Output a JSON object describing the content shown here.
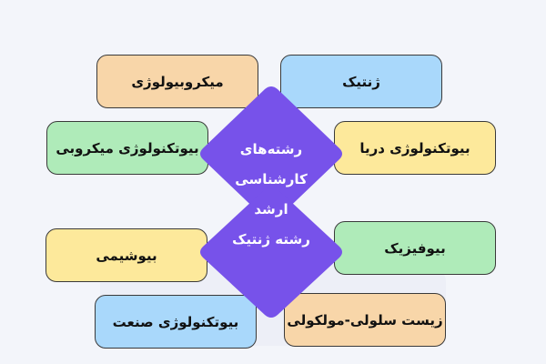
{
  "center": {
    "lines": [
      "رشته‌های",
      "کارشناسی",
      "ارشد",
      "رشته ژنتیک"
    ],
    "color": "#7752ea"
  },
  "boxes": [
    {
      "label": "میکروبیولوژی",
      "color": "#f8d6a9"
    },
    {
      "label": "ژنتیک",
      "color": "#a9d8fb"
    },
    {
      "label": "بیوتکنولوژی میکروبی",
      "color": "#afebb9"
    },
    {
      "label": "بیوتکنولوژی دریا",
      "color": "#fde99b"
    },
    {
      "label": "بیوشیمی",
      "color": "#fde99b"
    },
    {
      "label": "بیوفیزیک",
      "color": "#afebb9"
    },
    {
      "label": "بیوتکنولوژی صنعت",
      "color": "#a9d8fb"
    },
    {
      "label": "زیست سلولی-مولکولی",
      "color": "#f8d6a9"
    }
  ]
}
